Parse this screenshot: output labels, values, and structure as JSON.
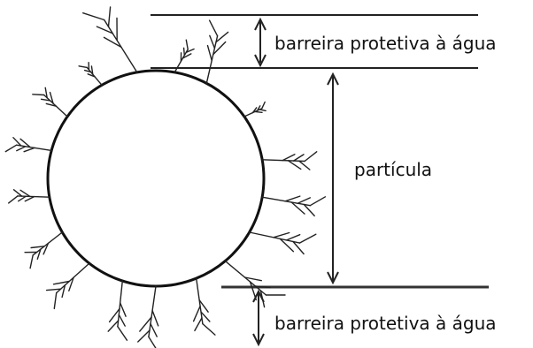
{
  "labels": {
    "top_barrier": "barreira protetiva à água",
    "particle": "partícula",
    "bottom_barrier": "barreira protetiva à água"
  },
  "colors": {
    "ink": "#222222",
    "background": "#ffffff"
  }
}
